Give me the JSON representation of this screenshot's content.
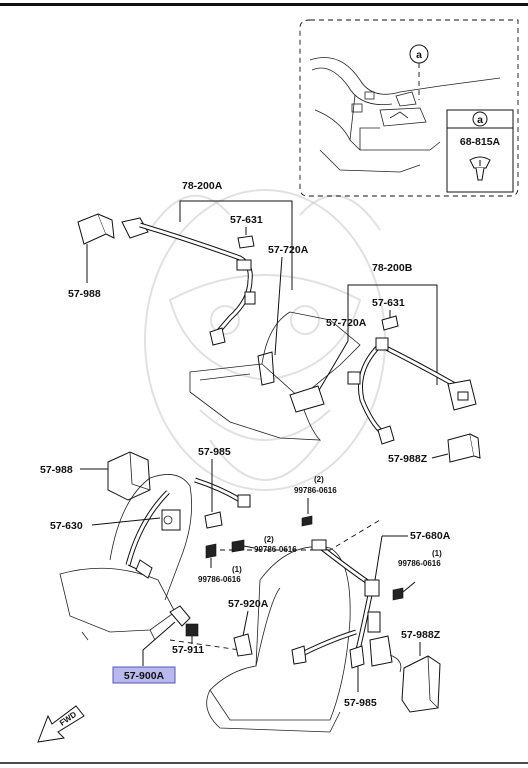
{
  "labels": {
    "p78_200A": "78-200A",
    "p57_631a": "57-631",
    "p57_720Aa": "57-720A",
    "p57_988a": "57-988",
    "p78_200B": "78-200B",
    "p57_631b": "57-631",
    "p57_720Ab": "57-720A",
    "p57_988Za": "57-988Z",
    "p57_988b": "57-988",
    "p57_985a": "57-985",
    "p99786_a": "99786-0616",
    "p99786_a_q": "(2)",
    "p57_630": "57-630",
    "p99786_b": "99786-0616",
    "p99786_b_q": "(2)",
    "p99786_c": "99786-0616",
    "p99786_c_q": "(1)",
    "p57_680A": "57-680A",
    "p99786_d": "99786-0616",
    "p99786_d_q": "(1)",
    "p57_920A": "57-920A",
    "p57_911": "57-911",
    "p57_900A": "57-900A",
    "p57_988Zb": "57-988Z",
    "p57_985b": "57-985",
    "inset_callout": "a",
    "inset_key": "a",
    "p68_815A": "68-815A",
    "fwd": "FWD"
  },
  "colors": {
    "highlight": "#b9b9f0",
    "highlight_border": "#5555aa"
  },
  "icons": [
    "fwd-arrow-icon",
    "clip-fastener-icon",
    "watermark-samurai-icon"
  ]
}
